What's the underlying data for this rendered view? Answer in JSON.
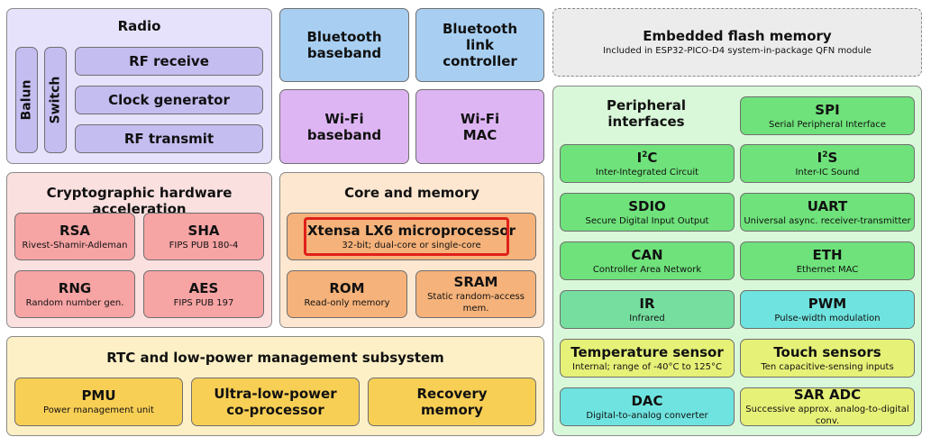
{
  "radio": {
    "title": "Radio",
    "balun": "Balun",
    "switch": "Switch",
    "rf_receive": "RF receive",
    "clock_generator": "Clock generator",
    "rf_transmit": "RF transmit"
  },
  "bluetooth": {
    "baseband": "Bluetooth baseband",
    "link_controller": "Bluetooth link controller"
  },
  "wifi": {
    "baseband": "Wi-Fi baseband",
    "mac": "Wi-Fi MAC"
  },
  "flash": {
    "title": "Embedded flash memory",
    "subtitle": "Included in ESP32-PICO-D4 system-in-package QFN module"
  },
  "crypto": {
    "title": "Cryptographic hardware acceleration",
    "rsa": {
      "title": "RSA",
      "sub": "Rivest-Shamir-Adleman"
    },
    "sha": {
      "title": "SHA",
      "sub": "FIPS PUB 180-4"
    },
    "rng": {
      "title": "RNG",
      "sub": "Random number gen."
    },
    "aes": {
      "title": "AES",
      "sub": "FIPS PUB 197"
    }
  },
  "core": {
    "title": "Core and memory",
    "xtensa": {
      "title": "Xtensa LX6 microprocessor",
      "sub": "32-bit; dual-core or single-core"
    },
    "rom": {
      "title": "ROM",
      "sub": "Read-only memory"
    },
    "sram": {
      "title": "SRAM",
      "sub": "Static random-access mem."
    }
  },
  "rtc": {
    "title": "RTC and low-power management subsystem",
    "pmu": {
      "title": "PMU",
      "sub": "Power management unit"
    },
    "ulp": {
      "title": "Ultra-low-power co-processor"
    },
    "recovery": {
      "title": "Recovery memory"
    }
  },
  "peripherals": {
    "title": "Peripheral interfaces",
    "spi": {
      "title": "SPI",
      "sub": "Serial Peripheral Interface"
    },
    "i2c": {
      "title_main": "I",
      "title_sup": "2",
      "title_end": "C",
      "sub": "Inter-Integrated Circuit"
    },
    "i2s": {
      "title_main": "I",
      "title_sup": "2",
      "title_end": "S",
      "sub": "Inter-IC Sound"
    },
    "sdio": {
      "title": "SDIO",
      "sub": "Secure Digital Input Output"
    },
    "uart": {
      "title": "UART",
      "sub": "Universal async. receiver-transmitter"
    },
    "can": {
      "title": "CAN",
      "sub": "Controller Area Network"
    },
    "eth": {
      "title": "ETH",
      "sub": "Ethernet MAC"
    },
    "ir": {
      "title": "IR",
      "sub": "Infrared"
    },
    "pwm": {
      "title": "PWM",
      "sub": "Pulse-width modulation"
    },
    "temp": {
      "title": "Temperature sensor",
      "sub": "Internal; range of -40°C to 125°C"
    },
    "touch": {
      "title": "Touch sensors",
      "sub": "Ten capacitive-sensing inputs"
    },
    "dac": {
      "title": "DAC",
      "sub": "Digital-to-analog converter"
    },
    "sar": {
      "title": "SAR ADC",
      "sub": "Successive approx. analog-to-digital conv."
    }
  },
  "colors": {
    "highlight": "#e0201a"
  }
}
